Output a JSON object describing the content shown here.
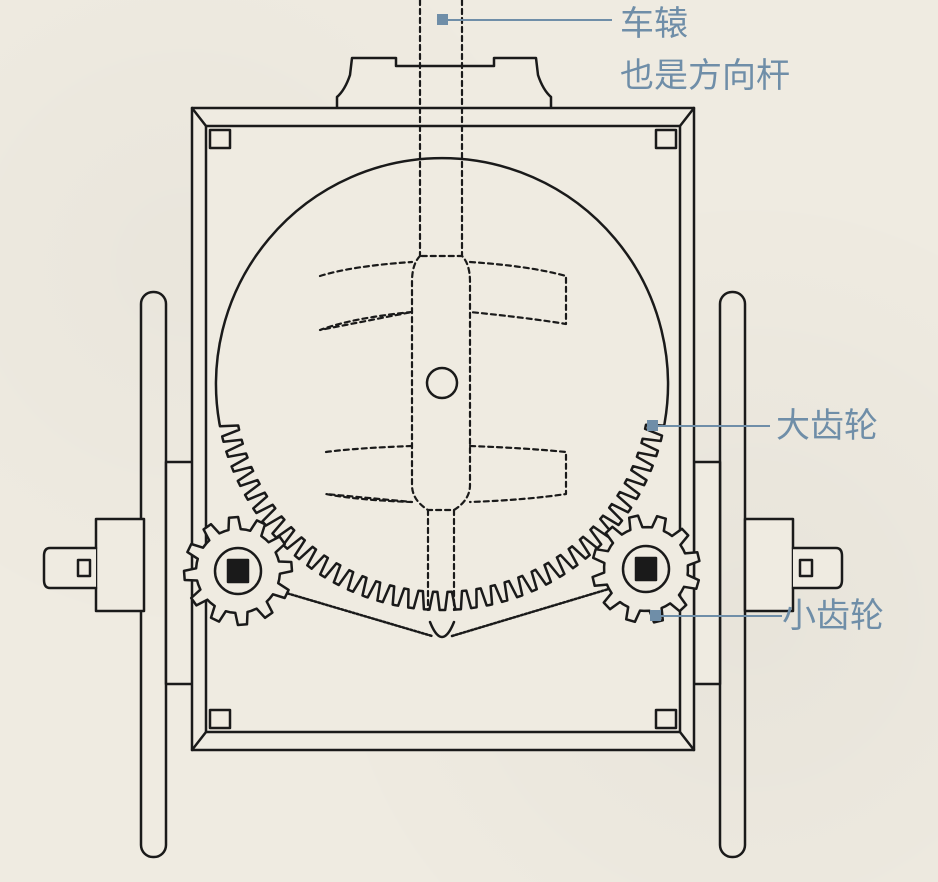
{
  "colors": {
    "line": "#1a1a1a",
    "label": "#6f8ea8",
    "background": "#efebe1"
  },
  "labels": {
    "shaft": "车辕",
    "shaft_note": "也是方向杆",
    "big_gear": "大齿轮",
    "small_gear": "小齿轮"
  }
}
